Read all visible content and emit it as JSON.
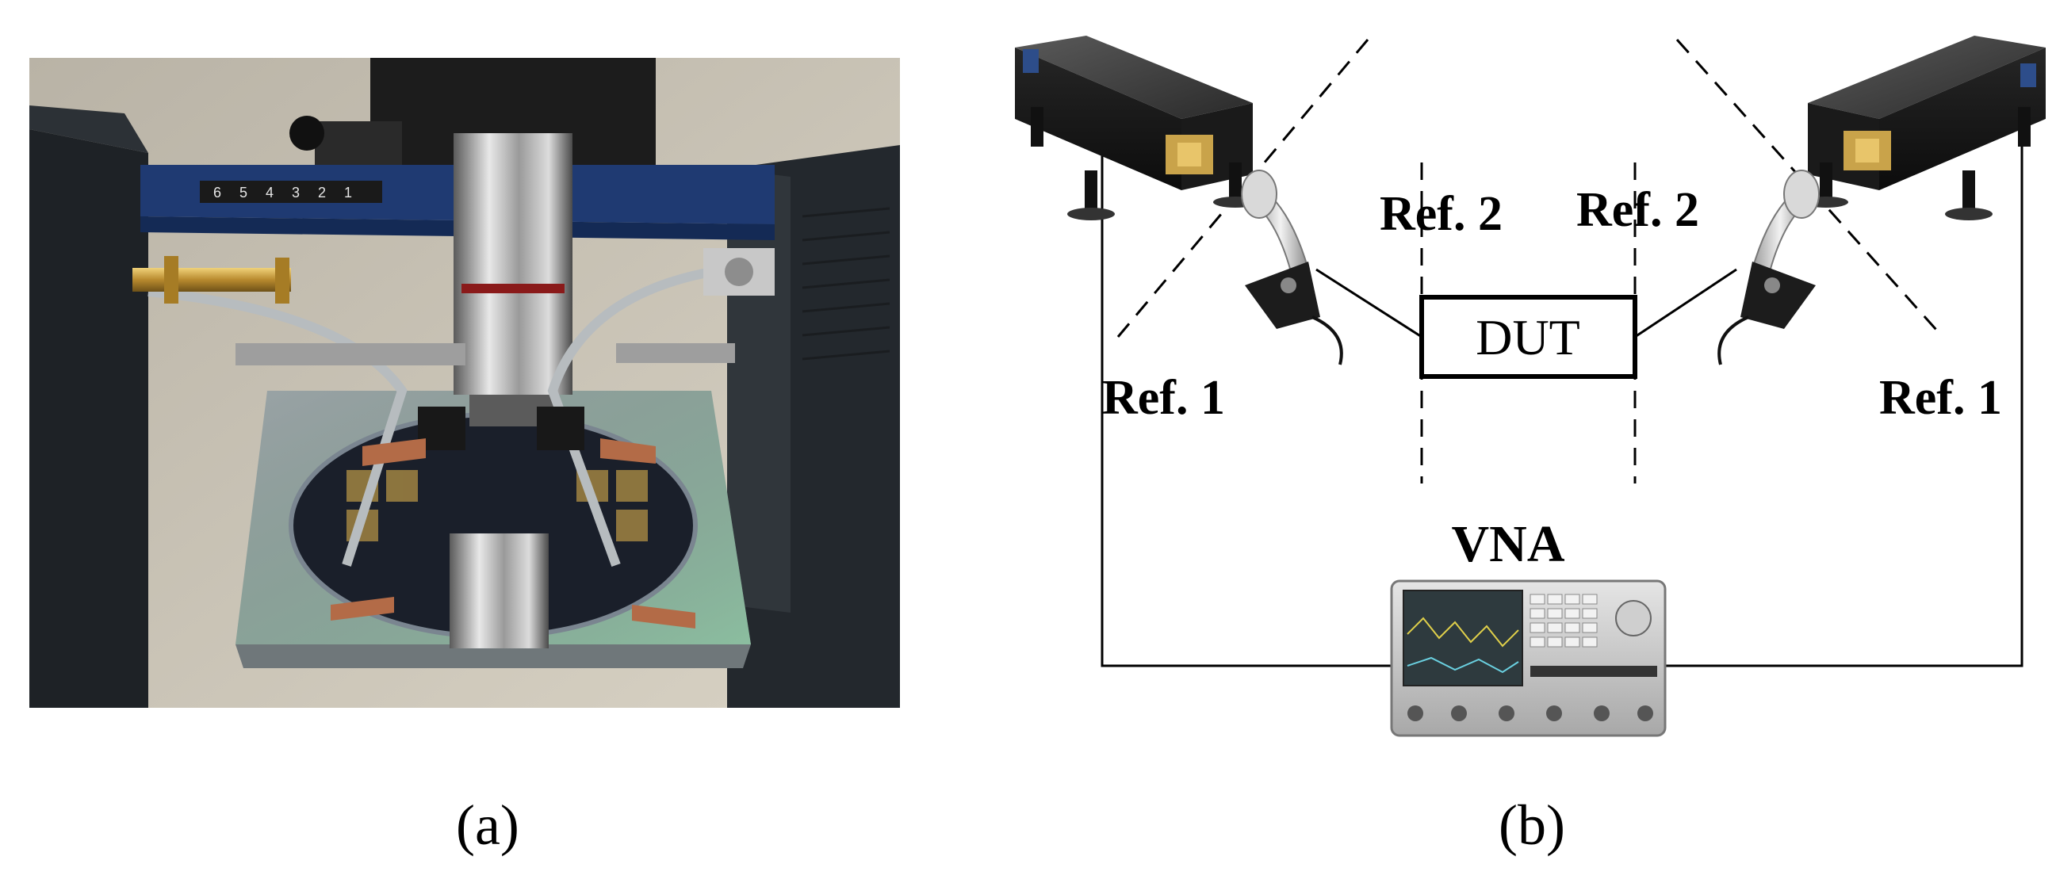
{
  "figure": {
    "caption_a": "(a)",
    "caption_b": "(b)"
  },
  "photo": {
    "ruler_numbers": [
      "6",
      "5",
      "4",
      "3",
      "2",
      "1"
    ]
  },
  "diagram": {
    "ref1_left": "Ref. 1",
    "ref1_right": "Ref. 1",
    "ref2_left": "Ref. 2",
    "ref2_right": "Ref. 2",
    "dut_label": "DUT",
    "vna_label": "VNA"
  }
}
